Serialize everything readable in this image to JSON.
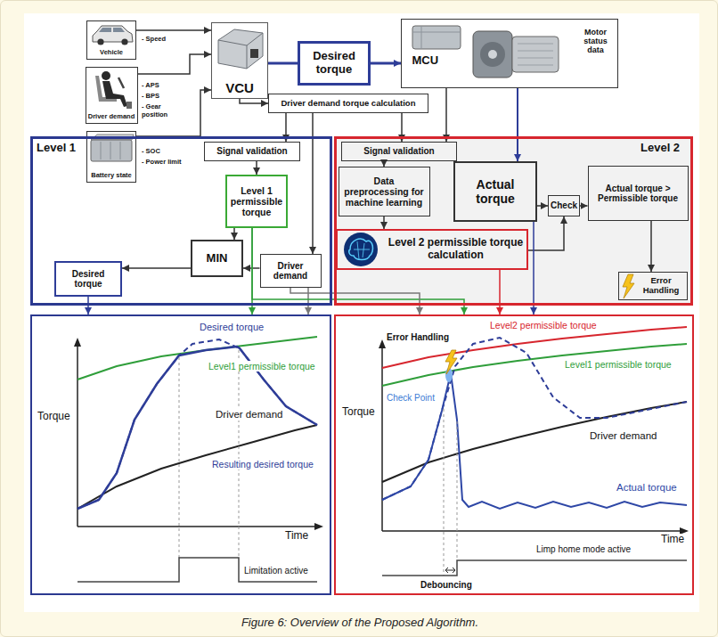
{
  "diagram": {
    "caption": "Figure 6: Overview of the Proposed Algorithm.",
    "nodes": [
      {
        "text": [
          "Vehicle"
        ]
      },
      {
        "text": [
          "Driver demand"
        ]
      },
      {
        "text": [
          "Battery state"
        ]
      },
      {
        "text": [
          "VCU"
        ]
      },
      {
        "text": [
          "Desired torque"
        ]
      },
      {
        "text": [
          "MCU",
          "Motor status data"
        ]
      },
      {
        "text": [
          "Driver demand torque calculation"
        ]
      },
      {
        "text": [
          "Level 1"
        ]
      },
      {
        "text": [
          "Signal validation"
        ],
        "in": 7
      },
      {
        "text": [
          "Level 1 permissible torque"
        ],
        "in": 7
      },
      {
        "text": [
          "MIN"
        ],
        "in": 7
      },
      {
        "text": [
          "Desired torque"
        ],
        "in": 7
      },
      {
        "text": [
          "Driver demand"
        ],
        "in": 7
      },
      {
        "text": [
          "Level 2"
        ]
      },
      {
        "text": [
          "Signal validation"
        ],
        "in": 13
      },
      {
        "text": [
          "Data preprocessing for machine learning"
        ],
        "in": 13
      },
      {
        "text": [
          "Actual torque"
        ],
        "in": 13
      },
      {
        "text": [
          "Check"
        ],
        "in": 13
      },
      {
        "text": [
          "Actual torque > Permissible torque"
        ],
        "in": 13
      },
      {
        "text": [
          "Level 2 permissible torque calculation"
        ],
        "in": 13
      },
      {
        "text": [
          "Error Handling"
        ],
        "in": 13
      },
      {
        "text": [
          "Torque",
          "Desired torque",
          "Level1 permissible torque",
          "Driver demand",
          "Resulting desired torque",
          "Time",
          "Limitation active"
        ]
      },
      {
        "text": [
          "Torque",
          "Level2 permissible torque",
          "Level1 permissible torque",
          "Error Handling",
          "Check Point",
          "Driver demand",
          "Actual torque",
          "Time",
          "Limp home mode active",
          "Debouncing"
        ]
      }
    ],
    "edges": [
      {
        "from": 0,
        "to": 3,
        "arrow": "to"
      },
      {
        "from": 1,
        "to": 3,
        "arrow": "to"
      },
      {
        "from": 2,
        "to": 3,
        "arrow": "to"
      },
      {
        "from": 3,
        "to": 4,
        "arrow": "none"
      },
      {
        "from": 4,
        "to": 5,
        "arrow": "to"
      },
      {
        "from": 3,
        "to": 6,
        "arrow": "to"
      },
      {
        "from": 6,
        "to": 8,
        "arrow": "to"
      },
      {
        "from": 6,
        "to": 12,
        "arrow": "to"
      },
      {
        "from": 6,
        "to": 14,
        "arrow": "to"
      },
      {
        "from": 5,
        "to": 14,
        "arrow": "to"
      },
      {
        "from": 5,
        "to": 16,
        "arrow": "to"
      },
      {
        "from": 8,
        "to": 9,
        "arrow": "to"
      },
      {
        "from": 9,
        "to": 10,
        "arrow": "to"
      },
      {
        "from": 12,
        "to": 10,
        "arrow": "to"
      },
      {
        "from": 10,
        "to": 11,
        "arrow": "to"
      },
      {
        "from": 14,
        "to": 15,
        "arrow": "to"
      },
      {
        "from": 15,
        "to": 19,
        "arrow": "to"
      },
      {
        "from": 16,
        "to": 17,
        "arrow": "to"
      },
      {
        "from": 19,
        "to": 17,
        "arrow": "to"
      },
      {
        "from": 17,
        "to": 18,
        "arrow": "to"
      },
      {
        "from": 18,
        "to": 20,
        "arrow": "to"
      },
      {
        "from": 11,
        "to": 21,
        "arrow": "to"
      },
      {
        "from": 9,
        "to": 21,
        "arrow": "to"
      },
      {
        "from": 12,
        "to": 21,
        "arrow": "to"
      },
      {
        "from": 9,
        "to": 22,
        "arrow": "to"
      },
      {
        "from": 12,
        "to": 22,
        "arrow": "to"
      },
      {
        "from": 19,
        "to": 22,
        "arrow": "to"
      },
      {
        "from": 16,
        "to": 22,
        "arrow": "to"
      }
    ],
    "labels": [
      "- Speed",
      "- APS",
      "- BPS",
      "- Gear position",
      "- SOC",
      "- Power limit"
    ]
  }
}
